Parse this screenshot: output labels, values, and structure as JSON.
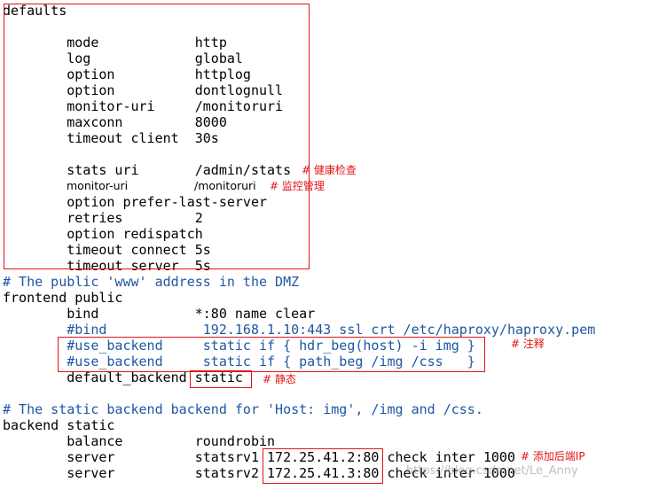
{
  "config_lines": [
    {
      "segments": [
        {
          "text": "defaults",
          "color": "black"
        }
      ]
    },
    {
      "segments": []
    },
    {
      "segments": [
        {
          "text": "        mode            http",
          "color": "black"
        }
      ]
    },
    {
      "segments": [
        {
          "text": "        log             global",
          "color": "black"
        }
      ]
    },
    {
      "segments": [
        {
          "text": "        option          httplog",
          "color": "black"
        }
      ]
    },
    {
      "segments": [
        {
          "text": "        option          dontlognull",
          "color": "black"
        }
      ]
    },
    {
      "segments": [
        {
          "text": "        monitor-uri     /monitoruri",
          "color": "black"
        }
      ]
    },
    {
      "segments": [
        {
          "text": "        maxconn         8000",
          "color": "black"
        }
      ]
    },
    {
      "segments": [
        {
          "text": "        timeout client  30s",
          "color": "black"
        }
      ]
    },
    {
      "segments": []
    },
    {
      "segments": [
        {
          "text": "        stats uri       /admin/stats",
          "color": "black"
        }
      ]
    },
    {
      "segments": []
    },
    {
      "segments": [
        {
          "text": "        option prefer-last-server",
          "color": "black"
        }
      ]
    },
    {
      "segments": [
        {
          "text": "        retries         2",
          "color": "black"
        }
      ]
    },
    {
      "segments": [
        {
          "text": "        option redispatch",
          "color": "black"
        }
      ]
    },
    {
      "segments": [
        {
          "text": "        timeout connect 5s",
          "color": "black"
        }
      ]
    },
    {
      "segments": [
        {
          "text": "        timeout server  5s",
          "color": "black"
        }
      ]
    },
    {
      "segments": [
        {
          "text": "# The public 'www' address in the DMZ",
          "color": "blue"
        }
      ]
    },
    {
      "segments": [
        {
          "text": "frontend public",
          "color": "black"
        }
      ]
    },
    {
      "segments": [
        {
          "text": "        bind            *:80 name clear",
          "color": "black"
        }
      ]
    },
    {
      "segments": [
        {
          "text": "        #bind            192.168.1.10:443 ssl crt /etc/haproxy/haproxy.pem",
          "color": "blue"
        }
      ]
    },
    {
      "segments": [
        {
          "text": "        #use_backend     static if { hdr_beg(host) -i img }",
          "color": "blue"
        }
      ]
    },
    {
      "segments": [
        {
          "text": "        #use_backend     static if { path_beg /img /css   }",
          "color": "blue"
        }
      ]
    },
    {
      "segments": [
        {
          "text": "        default_backend static",
          "color": "black"
        }
      ]
    },
    {
      "segments": []
    },
    {
      "segments": [
        {
          "text": "# The static backend backend for 'Host: img', /img and /css.",
          "color": "blue"
        }
      ]
    },
    {
      "segments": [
        {
          "text": "backend static",
          "color": "black"
        }
      ]
    },
    {
      "segments": [
        {
          "text": "        balance         roundrobin",
          "color": "black"
        }
      ]
    },
    {
      "segments": [
        {
          "text": "        server          statsrv1 172.25.41.2:80 check inter 1000",
          "color": "black"
        }
      ]
    },
    {
      "segments": [
        {
          "text": "        server          statsrv2 172.25.41.3:80 check inter 1000",
          "color": "black"
        }
      ]
    }
  ],
  "small_line": {
    "key": "monitor-uri",
    "value": "/monitoruri"
  },
  "annotations": {
    "health_check": "# 健康检查",
    "monitor_manage": "# 监控管理",
    "comment": "# 注释",
    "static": "# 静态",
    "add_backend_ip": "# 添加后端IP"
  },
  "watermark": "https://blog.csdn.net/Le_Anny",
  "colors": {
    "text": "#000000",
    "comment": "#1f57a3",
    "annotation": "#e01414",
    "background": "#ffffff"
  }
}
